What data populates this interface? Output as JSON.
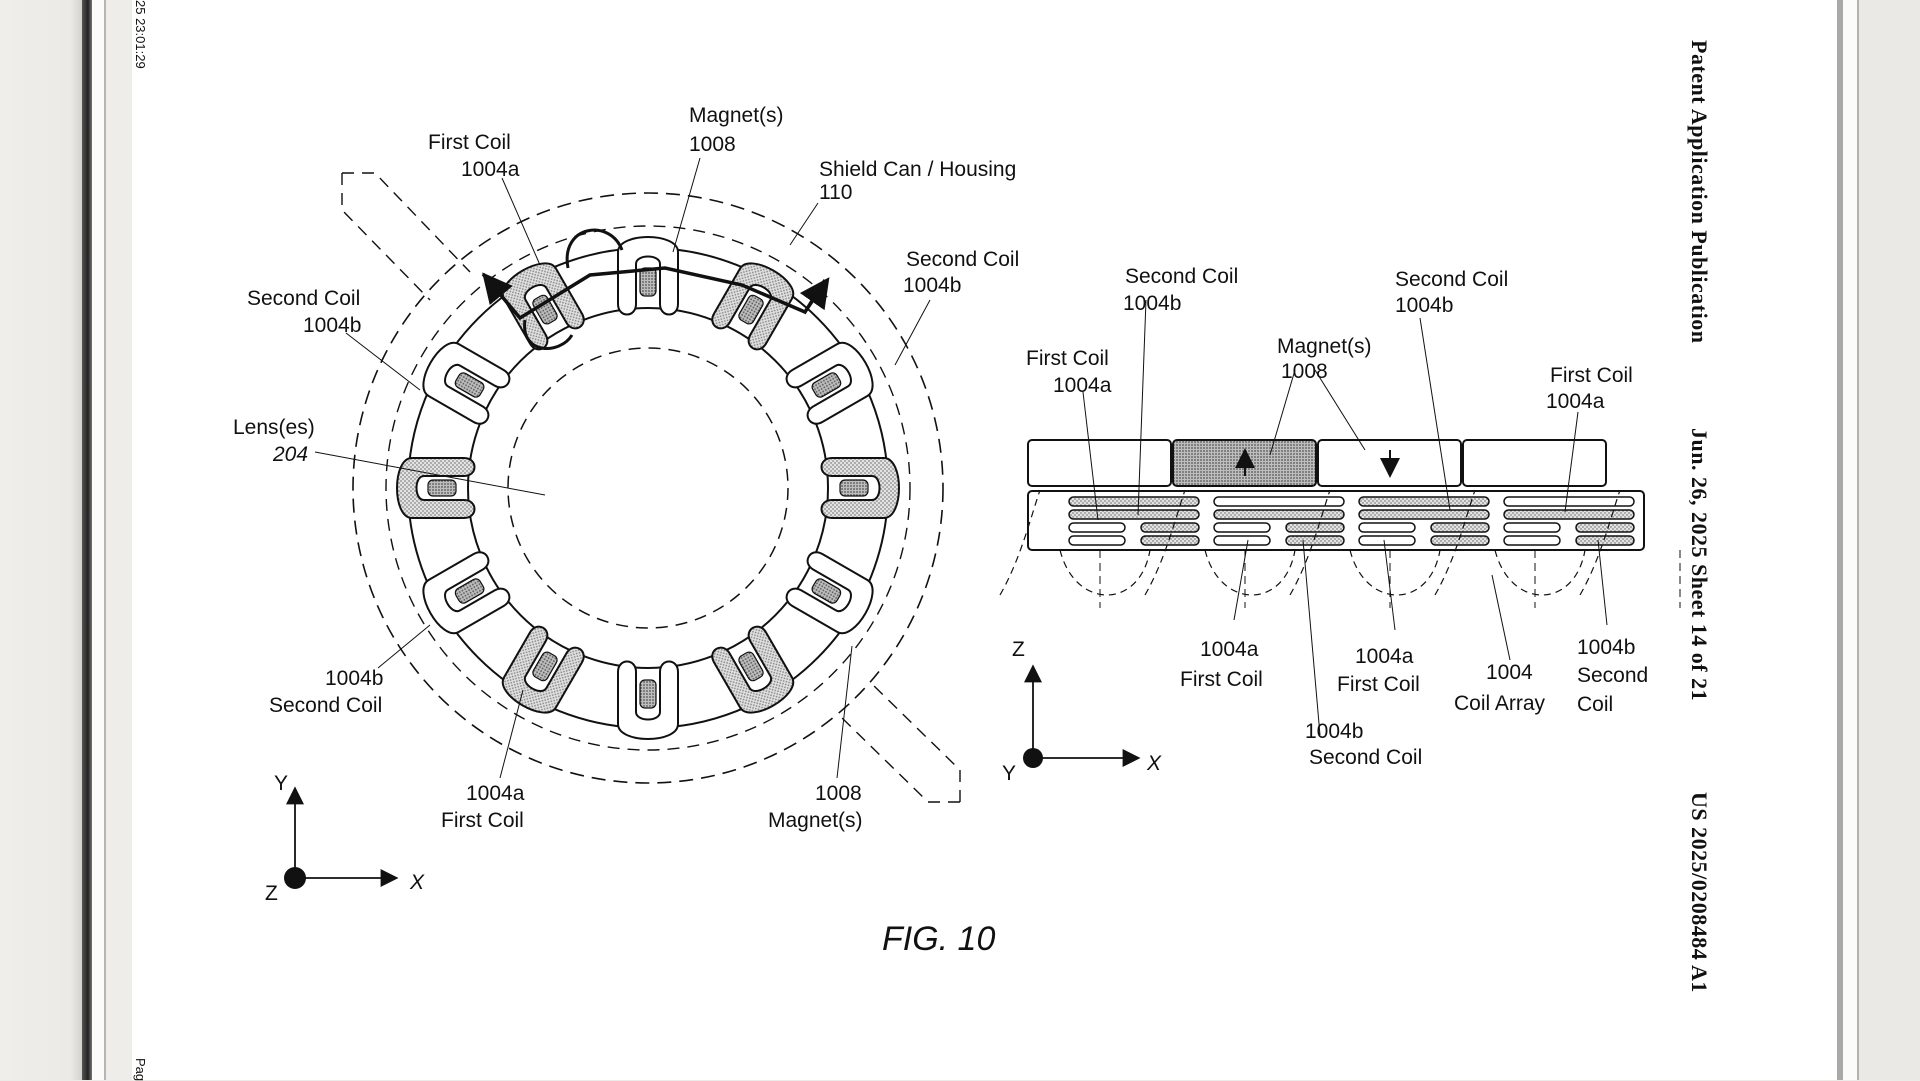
{
  "viewer": {
    "timestamp_fragment": "25 23:01:29",
    "page_label_fragment": "Pag"
  },
  "header": {
    "title": "Patent Application Publication",
    "date_sheet": "Jun. 26, 2025  Sheet 14 of 21",
    "pub_number": "US 2025/0208484 A1"
  },
  "figure": {
    "caption": "FIG. 10",
    "top_view": {
      "labels": {
        "first_coil_top": [
          "First Coil",
          "1004a"
        ],
        "magnets_top": [
          "Magnet(s)",
          "1008"
        ],
        "shield": [
          "Shield Can / Housing",
          "110"
        ],
        "second_coil_right": [
          "Second Coil",
          "1004b"
        ],
        "second_coil_left": [
          "Second Coil",
          "1004b"
        ],
        "lens": [
          "Lens(es)",
          "204"
        ],
        "second_coil_bottom": [
          "1004b",
          "Second Coil"
        ],
        "first_coil_bottom": [
          "1004a",
          "First Coil"
        ],
        "magnets_bottom": [
          "1008",
          "Magnet(s)"
        ]
      },
      "axes": {
        "vertical": "Y",
        "horizontal": "X",
        "out_of_plane": "Z"
      }
    },
    "side_view": {
      "labels": {
        "first_coil_left": [
          "First Coil",
          "1004a"
        ],
        "second_coil_a": [
          "Second Coil",
          "1004b"
        ],
        "magnets": [
          "Magnet(s)",
          "1008"
        ],
        "second_coil_b": [
          "Second Coil",
          "1004b"
        ],
        "first_coil_right": [
          "First Coil",
          "1004a"
        ],
        "first_coil_b1": [
          "1004a",
          "First Coil"
        ],
        "first_coil_b2": [
          "1004a",
          "First Coil"
        ],
        "second_coil_b3": [
          "1004b",
          "Second Coil"
        ],
        "coil_array": [
          "1004",
          "Coil Array"
        ],
        "second_coil_b4": [
          "1004b",
          "Second",
          "Coil"
        ]
      },
      "axes": {
        "vertical": "Z",
        "horizontal": "X",
        "out_of_plane": "Y"
      },
      "magnet_polarity": [
        "none",
        "up",
        "down",
        "none"
      ]
    }
  },
  "colors": {
    "ink": "#111111",
    "stipple": "#c9c9c9",
    "stipple_dark": "#a8a8a8",
    "paper": "#ffffff"
  }
}
